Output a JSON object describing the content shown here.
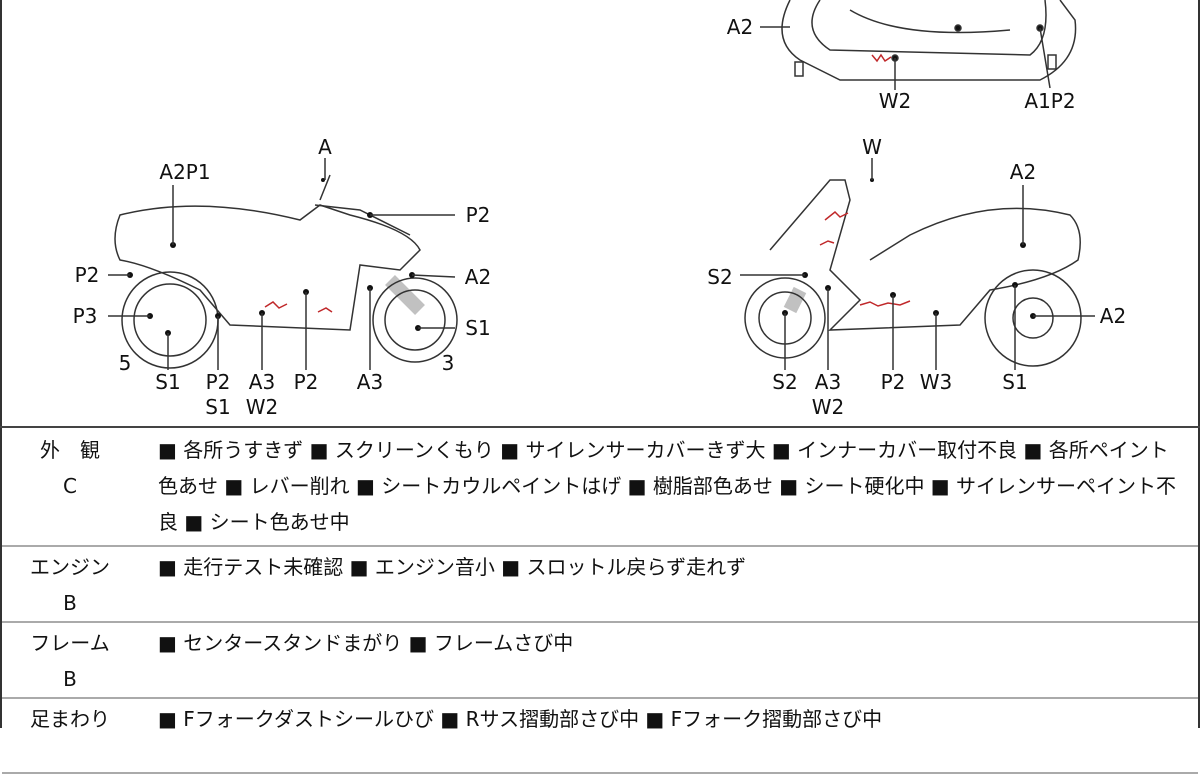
{
  "diagram": {
    "top_view_labels": [
      "A2",
      "W2",
      "A1P2"
    ],
    "left_view_labels": [
      "A",
      "A2P1",
      "P2",
      "P2",
      "A2",
      "P3",
      "S1",
      "5",
      "3",
      "S1",
      "P2",
      "A3",
      "P2",
      "A3",
      "S1",
      "W2"
    ],
    "right_view_labels": [
      "W",
      "A2",
      "S2",
      "A2",
      "S2",
      "A3",
      "P2",
      "W3",
      "S1",
      "W2"
    ],
    "damage_color": "#c0282a"
  },
  "rows": [
    {
      "category": "外　観",
      "grade": "C",
      "items": "■ 各所うすきず ■ スクリーンくもり ■ サイレンサーカバーきず大 ■ インナーカバー取付不良 ■ 各所ペイント色あせ ■ レバー削れ ■ シートカウルペイントはげ ■ 樹脂部色あせ ■ シート硬化中 ■ サイレンサーペイント不良 ■ シート色あせ中"
    },
    {
      "category": "エンジン",
      "grade": "B",
      "items": "■ 走行テスト未確認 ■ エンジン音小 ■ スロットル戻らず走れず"
    },
    {
      "category": "フレーム",
      "grade": "B",
      "items": "■ センタースタンドまがり ■ フレームさび中"
    },
    {
      "category": "足まわり",
      "grade": "",
      "items": "■ Fフォークダストシールひび ■ Rサス摺動部さび中 ■ Fフォーク摺動部さび中"
    }
  ]
}
